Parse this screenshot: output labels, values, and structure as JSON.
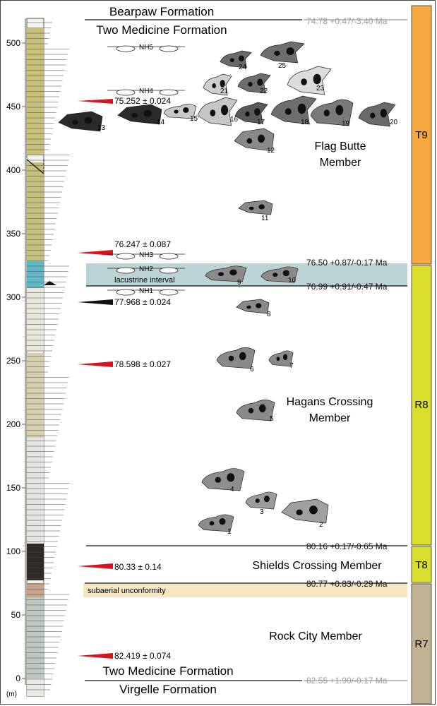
{
  "formations": {
    "top_upper": "Bearpaw Formation",
    "top_lower": "Two Medicine Formation",
    "bottom_upper": "Two Medicine Formation",
    "bottom_lower": "Virgelle Formation"
  },
  "members": {
    "flag_butte_1": "Flag Butte",
    "flag_butte_2": "Member",
    "hagans_1": "Hagans Crossing",
    "hagans_2": "Member",
    "shields": "Shields Crossing Member",
    "rock_city": "Rock City Member"
  },
  "boundary_ages": [
    {
      "label": "74.78 +0.47/-3.40 Ma",
      "color": "#9a9a9a"
    },
    {
      "label": "76.50 +0.87/-0.17 Ma",
      "color": "#111111"
    },
    {
      "label": "76.99 +0.91/-0.47 Ma",
      "color": "#111111"
    },
    {
      "label": "80.16 +0.17/-0.65 Ma",
      "color": "#111111"
    },
    {
      "label": "80.77 +0.83/-0.29 Ma",
      "color": "#111111"
    },
    {
      "label": "82.55 +1.90/-0.17 Ma",
      "color": "#9a9a9a"
    }
  ],
  "radiometric_dates": [
    {
      "label": "75.252 ± 0.024",
      "height_m": 455,
      "color": "#d7141e"
    },
    {
      "label": "76.247 ± 0.087",
      "height_m": 335,
      "color": "#d7141e"
    },
    {
      "label": "77.968 ± 0.024",
      "height_m": 294,
      "color": "#111111"
    },
    {
      "label": "78.598 ± 0.027",
      "height_m": 244,
      "color": "#d7141e"
    },
    {
      "label": "80.33 ± 0.14",
      "height_m": 88,
      "color": "#d7141e"
    },
    {
      "label": "82.419 ± 0.074",
      "height_m": 19,
      "color": "#d7141e"
    }
  ],
  "nest_horizons": [
    "NH5",
    "NH4",
    "NH3",
    "NH2",
    "NH1"
  ],
  "intervals": {
    "lacustrine": "lacustrine interval",
    "unconformity": "subaerial unconformity"
  },
  "sequences": [
    "T9",
    "R8",
    "T8",
    "R7"
  ],
  "sequence_colors": {
    "T9": "#f7a840",
    "R8": "#d9df2c",
    "T8": "#d9df2c",
    "R7": "#c1b294"
  },
  "axis": {
    "unit": "(m)",
    "ticks": [
      "0",
      "50",
      "100",
      "150",
      "200",
      "250",
      "300",
      "350",
      "400",
      "450",
      "500"
    ]
  },
  "specimen_numbers": [
    "1",
    "2",
    "3",
    "4",
    "5",
    "6",
    "7",
    "8",
    "9",
    "10",
    "11",
    "12",
    "13",
    "14",
    "15",
    "16",
    "17",
    "18",
    "19",
    "20",
    "21",
    "22",
    "23",
    "24",
    "25"
  ]
}
